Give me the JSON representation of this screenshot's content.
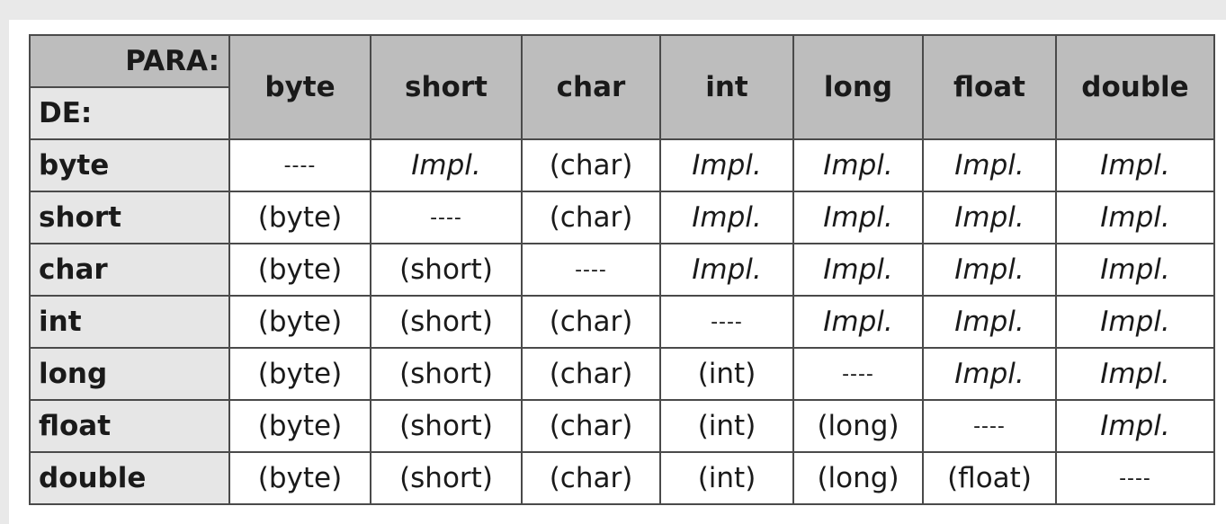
{
  "table": {
    "corner_to": "PARA:",
    "corner_from": "DE:",
    "columns": [
      "byte",
      "short",
      "char",
      "int",
      "long",
      "float",
      "double"
    ],
    "rows": [
      {
        "label": "byte",
        "cells": [
          "----",
          "Impl.",
          "(char)",
          "Impl.",
          "Impl.",
          "Impl.",
          "Impl."
        ]
      },
      {
        "label": "short",
        "cells": [
          "(byte)",
          "----",
          "(char)",
          "Impl.",
          "Impl.",
          "Impl.",
          "Impl."
        ]
      },
      {
        "label": "char",
        "cells": [
          "(byte)",
          "(short)",
          "----",
          "Impl.",
          "Impl.",
          "Impl.",
          "Impl."
        ]
      },
      {
        "label": "int",
        "cells": [
          "(byte)",
          "(short)",
          "(char)",
          "----",
          "Impl.",
          "Impl.",
          "Impl."
        ]
      },
      {
        "label": "long",
        "cells": [
          "(byte)",
          "(short)",
          "(char)",
          "(int)",
          "----",
          "Impl.",
          "Impl."
        ]
      },
      {
        "label": "float",
        "cells": [
          "(byte)",
          "(short)",
          "(char)",
          "(int)",
          "(long)",
          "----",
          "Impl."
        ]
      },
      {
        "label": "double",
        "cells": [
          "(byte)",
          "(short)",
          "(char)",
          "(int)",
          "(long)",
          "(float)",
          "----"
        ]
      }
    ]
  }
}
